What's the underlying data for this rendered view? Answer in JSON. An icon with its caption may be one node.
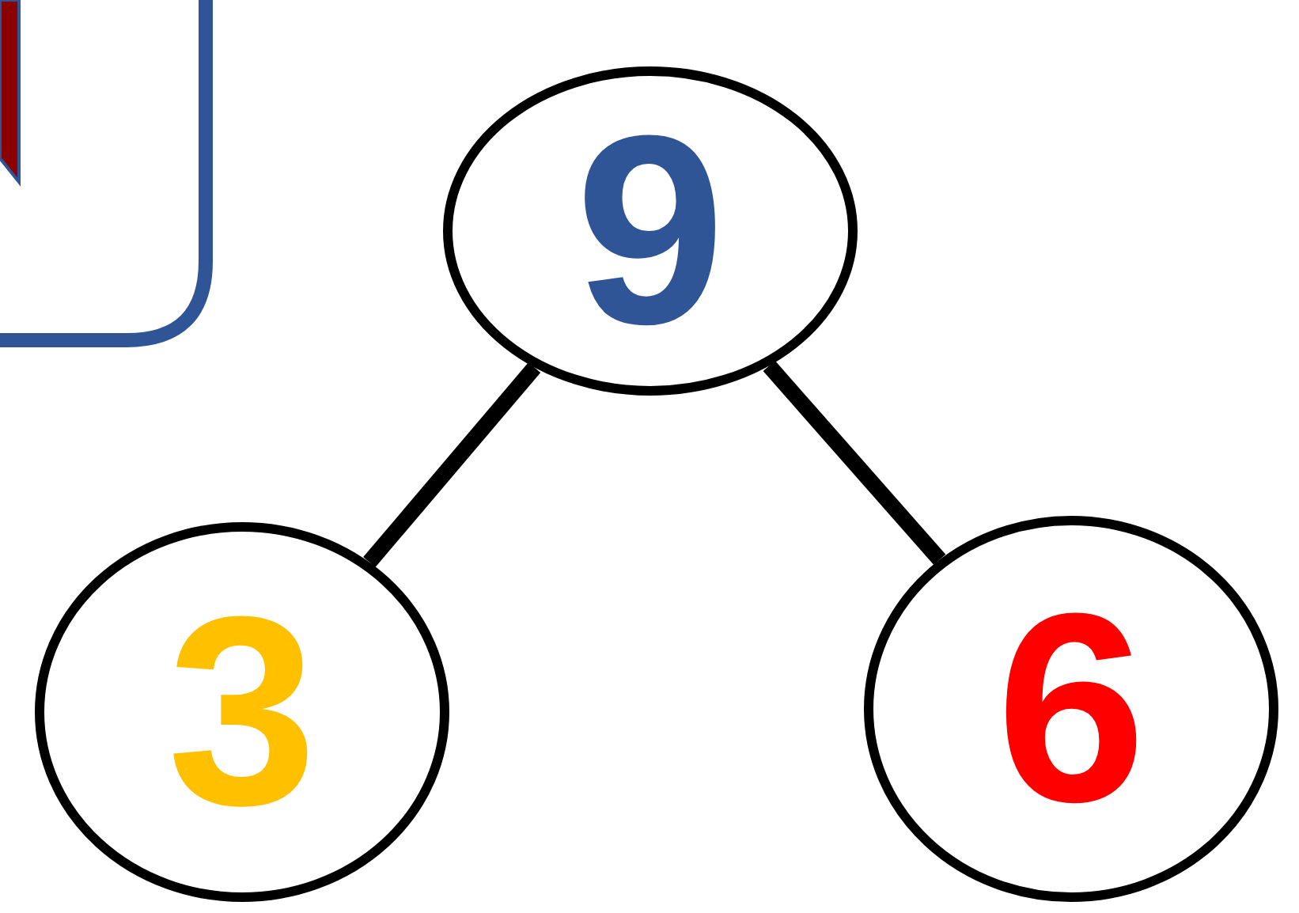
{
  "diagram": {
    "nodes": [
      {
        "text": [
          "9"
        ]
      },
      {
        "text": [
          "3"
        ]
      },
      {
        "text": [
          "6"
        ]
      }
    ],
    "edges": [
      {
        "from": 0,
        "to": 1,
        "arrow": "none"
      },
      {
        "from": 0,
        "to": 2,
        "arrow": "none"
      }
    ]
  }
}
